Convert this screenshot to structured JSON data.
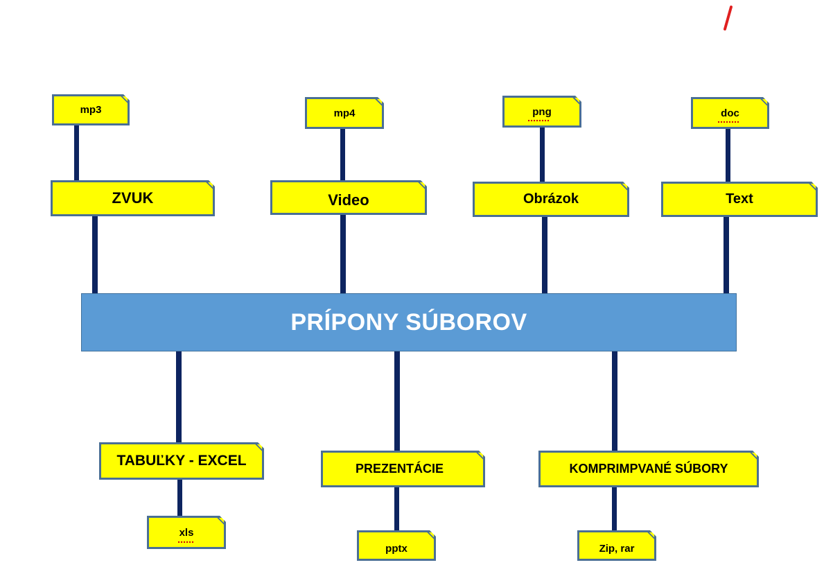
{
  "central": {
    "label": "PRÍPONY SÚBOROV"
  },
  "categories": {
    "zvuk": {
      "label": "ZVUK",
      "extension": "mp3"
    },
    "video": {
      "label": "Video",
      "extension": "mp4"
    },
    "obrazok": {
      "label": "Obrázok",
      "extension": "png"
    },
    "text": {
      "label": "Text",
      "extension": "doc"
    },
    "tabulky": {
      "label": "TABUĽKY - EXCEL",
      "extension": "xls"
    },
    "prezentacie": {
      "label": "PREZENTÁCIE",
      "extension": "pptx"
    },
    "komprimovane": {
      "label": "KOMPRIMPVANÉ SÚBORY",
      "extension": "Zip, rar"
    }
  },
  "colors": {
    "central_fill": "#5b9bd5",
    "box_fill": "#ffff00",
    "box_border": "#4a6f95",
    "connector": "#0d2460",
    "annotation": "#e02020"
  }
}
